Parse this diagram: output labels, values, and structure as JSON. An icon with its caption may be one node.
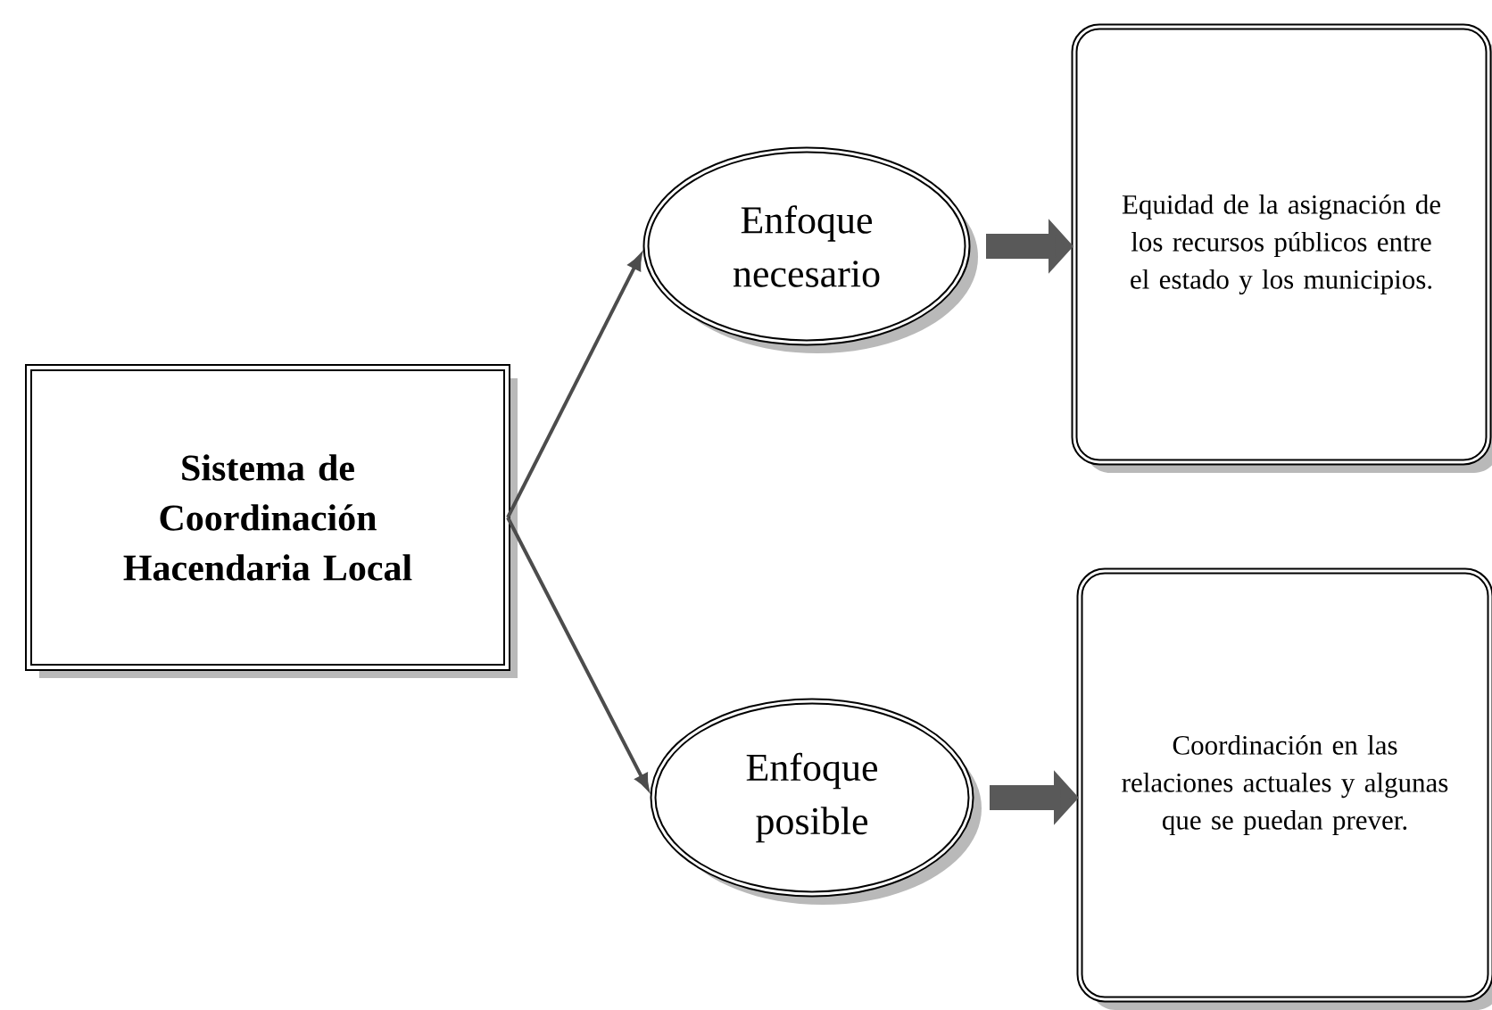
{
  "diagram": {
    "nodes": [
      {
        "text": [
          "Sistema de Coordinación Hacendaria Local"
        ]
      },
      {
        "text": [
          "Enfoque necesario"
        ]
      },
      {
        "text": [
          "Equidad de la asignación de los recursos públicos entre el estado y los municipios."
        ]
      },
      {
        "text": [
          "Enfoque posible"
        ]
      },
      {
        "text": [
          "Coordinación en las relaciones actuales y algunas que se puedan prever."
        ]
      }
    ],
    "edges": [
      {
        "from": 0,
        "to": 1,
        "arrow": "to"
      },
      {
        "from": 1,
        "to": 2,
        "arrow": "to",
        "style": "thick"
      },
      {
        "from": 0,
        "to": 3,
        "arrow": "to"
      },
      {
        "from": 3,
        "to": 4,
        "arrow": "to",
        "style": "thick"
      }
    ]
  }
}
